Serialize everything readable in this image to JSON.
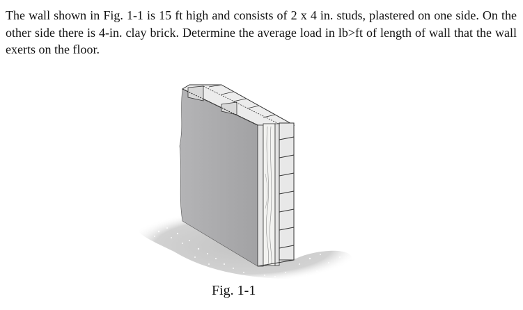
{
  "problem": {
    "text": "The wall shown in Fig. 1-1 is 15 ft high and consists of 2 x 4 in. studs, plastered on one side. On the other side there is 4-in. clay brick. Determine the average load in lb>ft of length of wall that the wall exerts on the floor."
  },
  "figure": {
    "description": "Isometric cutaway of a wall: plastered face, 2x4 wood studs, 4-in. clay brick on the other side, standing on a speckled floor shadow",
    "caption": "Fig. 1-1",
    "colors": {
      "plaster": "#a9a9ab",
      "brick": "#e6e6e6",
      "wood": "#f2f2f0",
      "shadow": "#cfcfcf",
      "outline": "#333333"
    }
  }
}
